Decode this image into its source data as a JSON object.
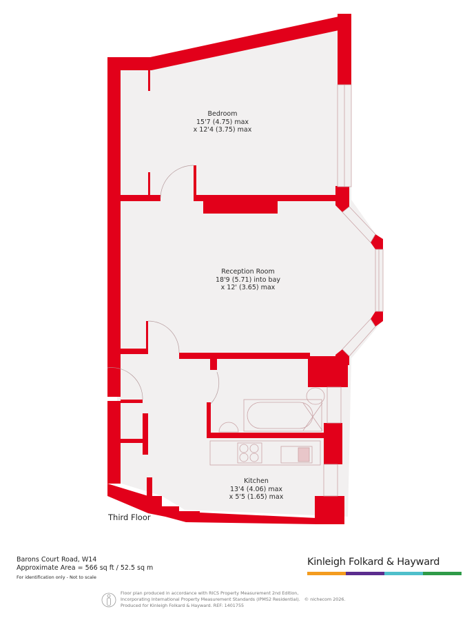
{
  "colors": {
    "wall": "#e2001a",
    "floor": "#f2f0f0",
    "fixture_line": "#c9a3a6",
    "brand_bar": [
      "#f39c1f",
      "#5b2d8e",
      "#4fbfcb",
      "#2e9b48"
    ]
  },
  "rooms": [
    {
      "name": "Bedroom",
      "dim1": "15'7 (4.75) max",
      "dim2": "x 12'4 (3.75) max"
    },
    {
      "name": "Reception Room",
      "dim1": "18'9 (5.71) into bay",
      "dim2": "x 12' (3.65) max"
    },
    {
      "name": "Kitchen",
      "dim1": "13'4 (4.06) max",
      "dim2": "x 5'5 (1.65) max"
    }
  ],
  "floor_label": "Third Floor",
  "info": {
    "address": "Barons Court Road, W14",
    "area": "Approximate Area = 566 sq ft / 52.5 sq m",
    "note": "For identification only - Not to scale"
  },
  "brand": {
    "name": "Kinleigh Folkard & Hayward"
  },
  "footer": {
    "line1": "Floor plan produced in accordance with RICS Property Measurement 2nd Edition,",
    "line2": "Incorporating International Property Measurement Standards (IPMS2 Residential).",
    "line3": "Produced for Kinleigh Folkard & Hayward.   REF: 1401755",
    "copyright": "© nichecom 2026.",
    "icon": "person-icon"
  }
}
